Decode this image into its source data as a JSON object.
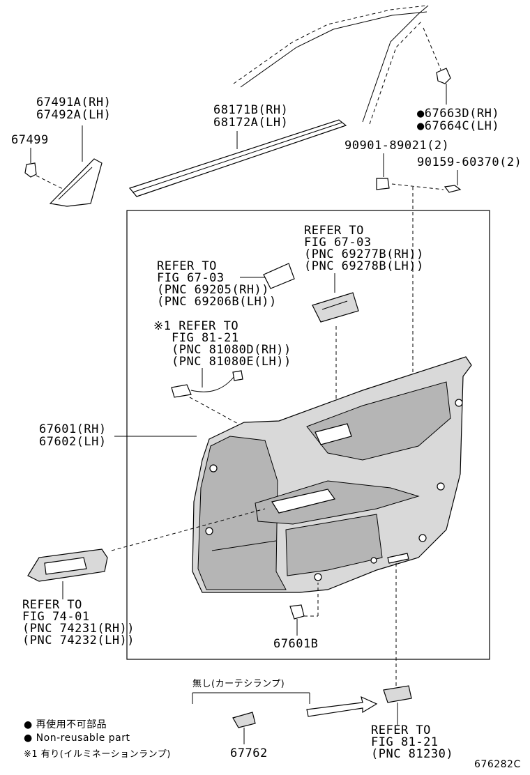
{
  "callouts": {
    "garnish_rh": "67491A(RH)",
    "garnish_lh": "67492A(LH)",
    "clip_67499": "67499",
    "weatherstrip_rh": "68171B(RH)",
    "weatherstrip_lh": "68172A(LH)",
    "clip_rh": "●67663D(RH)",
    "clip_lh": "●67664C(LH)",
    "screw_90901": "90901-89021(2)",
    "screw_90159": "90159-60370(2)",
    "ref_handle_1": "REFER TO",
    "ref_handle_2": "FIG 67-03",
    "ref_handle_3": "(PNC 69277B(RH))",
    "ref_handle_4": "(PNC 69278B(LH))",
    "ref_latch_1": "REFER TO",
    "ref_latch_2": "FIG 67-03",
    "ref_latch_3": "(PNC 69205(RH))",
    "ref_latch_4": "(PNC 69206B(LH))",
    "ref_wire_1": "※1 REFER TO",
    "ref_wire_2": "FIG 81-21",
    "ref_wire_3": "(PNC 81080D(RH))",
    "ref_wire_4": "(PNC 81080E(LH))",
    "panel_rh": "67601(RH)",
    "panel_lh": "67602(LH)",
    "ref_switch_1": "REFER TO",
    "ref_switch_2": "FIG 74-01",
    "ref_switch_3": "(PNC 74231(RH))",
    "ref_switch_4": "(PNC 74232(LH))",
    "clip_67601b": "67601B",
    "courtesy_note": "無し(カーテシランプ)",
    "bracket_67762": "67762",
    "ref_lamp_1": "REFER TO",
    "ref_lamp_2": "FIG 81-21",
    "ref_lamp_3": "(PNC 81230)"
  },
  "legend": {
    "jp_nonreusable": "● 再使用不可部品",
    "en_nonreusable": "● Non-reusable part",
    "note1": "※1 有り(イルミネーションランプ)"
  },
  "figure_id": "676282C"
}
